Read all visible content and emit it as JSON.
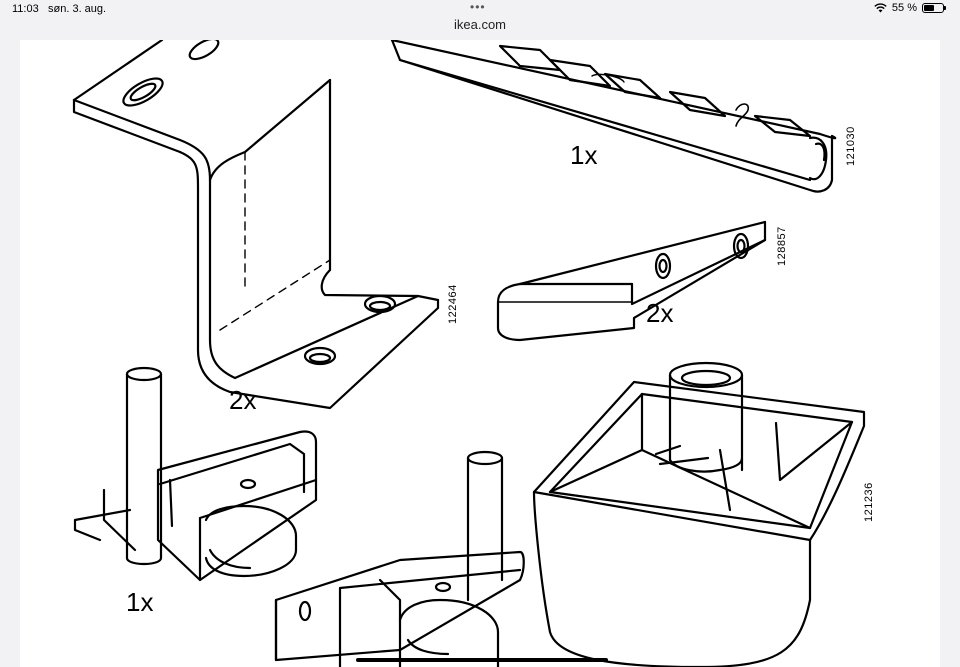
{
  "status_bar": {
    "time": "11:03",
    "date": "søn. 3. aug.",
    "dots": "•••",
    "battery_percent": "55 %",
    "battery_level": 0.55
  },
  "browser": {
    "url": "ikea.com"
  },
  "parts": [
    {
      "id": "bracket-z",
      "quantity": "2x",
      "part_number": "122464"
    },
    {
      "id": "rail",
      "quantity": "1x",
      "part_number": "121030"
    },
    {
      "id": "hook",
      "quantity": "2x",
      "part_number": "128857"
    },
    {
      "id": "caster-left",
      "quantity": "1x"
    },
    {
      "id": "foot",
      "part_number": "121236"
    }
  ],
  "colors": {
    "page_bg": "#f2f2f4",
    "sheet_bg": "#ffffff",
    "ink": "#000000"
  }
}
